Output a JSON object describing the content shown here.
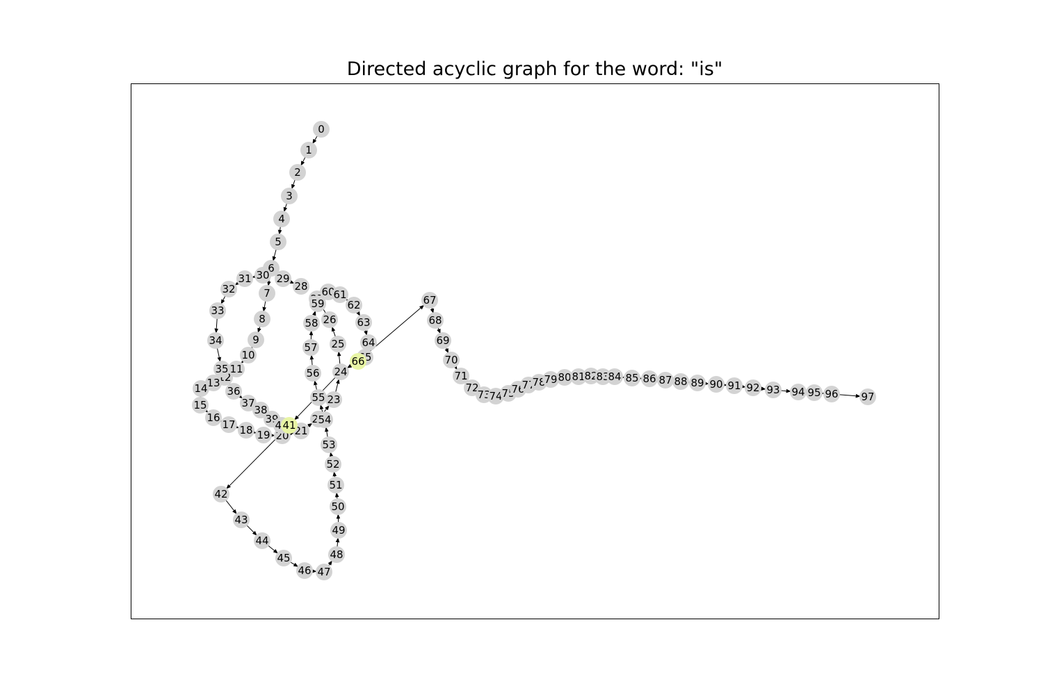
{
  "title": "Directed acyclic graph for the word: \"is\"",
  "colors": {
    "node": "#d3d3d3",
    "highlight": "#e8f5a5",
    "edge": "#000000",
    "frame": "#000000"
  },
  "highlighted_nodes": [
    "41",
    "66"
  ],
  "nodes": [
    "0",
    "1",
    "2",
    "3",
    "4",
    "5",
    "6",
    "7",
    "8",
    "9",
    "10",
    "11",
    "12",
    "13",
    "14",
    "15",
    "16",
    "17",
    "18",
    "19",
    "20",
    "21",
    "22",
    "23",
    "24",
    "25",
    "26",
    "27",
    "28",
    "29",
    "30",
    "31",
    "32",
    "33",
    "34",
    "35",
    "36",
    "37",
    "38",
    "39",
    "40",
    "41",
    "42",
    "43",
    "44",
    "45",
    "46",
    "47",
    "48",
    "49",
    "50",
    "51",
    "52",
    "53",
    "54",
    "55",
    "56",
    "57",
    "58",
    "59",
    "60",
    "61",
    "62",
    "63",
    "64",
    "65",
    "66",
    "67",
    "68",
    "69",
    "70",
    "71",
    "72",
    "73",
    "74",
    "75",
    "76",
    "77",
    "78",
    "79",
    "80",
    "81",
    "82",
    "83",
    "84",
    "85",
    "86",
    "87",
    "88",
    "89",
    "90",
    "91",
    "92",
    "93",
    "94",
    "95",
    "96",
    "97"
  ],
  "edges": [
    [
      "0",
      "1"
    ],
    [
      "1",
      "2"
    ],
    [
      "2",
      "3"
    ],
    [
      "3",
      "4"
    ],
    [
      "4",
      "5"
    ],
    [
      "5",
      "6"
    ],
    [
      "6",
      "7"
    ],
    [
      "7",
      "8"
    ],
    [
      "8",
      "9"
    ],
    [
      "9",
      "10"
    ],
    [
      "10",
      "11"
    ],
    [
      "11",
      "12"
    ],
    [
      "12",
      "13"
    ],
    [
      "13",
      "14"
    ],
    [
      "14",
      "15"
    ],
    [
      "15",
      "16"
    ],
    [
      "16",
      "17"
    ],
    [
      "17",
      "18"
    ],
    [
      "18",
      "19"
    ],
    [
      "19",
      "20"
    ],
    [
      "20",
      "21"
    ],
    [
      "21",
      "22"
    ],
    [
      "22",
      "23"
    ],
    [
      "23",
      "24"
    ],
    [
      "24",
      "25"
    ],
    [
      "25",
      "26"
    ],
    [
      "26",
      "27"
    ],
    [
      "6",
      "30"
    ],
    [
      "29",
      "28"
    ],
    [
      "30",
      "31"
    ],
    [
      "31",
      "32"
    ],
    [
      "32",
      "33"
    ],
    [
      "33",
      "34"
    ],
    [
      "34",
      "35"
    ],
    [
      "35",
      "36"
    ],
    [
      "36",
      "37"
    ],
    [
      "37",
      "38"
    ],
    [
      "38",
      "39"
    ],
    [
      "39",
      "40"
    ],
    [
      "40",
      "41"
    ],
    [
      "24",
      "41"
    ],
    [
      "41",
      "42"
    ],
    [
      "42",
      "43"
    ],
    [
      "43",
      "44"
    ],
    [
      "44",
      "45"
    ],
    [
      "45",
      "46"
    ],
    [
      "46",
      "47"
    ],
    [
      "47",
      "48"
    ],
    [
      "48",
      "49"
    ],
    [
      "49",
      "50"
    ],
    [
      "50",
      "51"
    ],
    [
      "51",
      "52"
    ],
    [
      "52",
      "53"
    ],
    [
      "53",
      "54"
    ],
    [
      "54",
      "55"
    ],
    [
      "55",
      "56"
    ],
    [
      "56",
      "57"
    ],
    [
      "57",
      "58"
    ],
    [
      "58",
      "59"
    ],
    [
      "59",
      "60"
    ],
    [
      "60",
      "61"
    ],
    [
      "61",
      "62"
    ],
    [
      "62",
      "63"
    ],
    [
      "63",
      "64"
    ],
    [
      "64",
      "65"
    ],
    [
      "65",
      "66"
    ],
    [
      "66",
      "24"
    ],
    [
      "66",
      "67"
    ],
    [
      "67",
      "68"
    ],
    [
      "68",
      "69"
    ],
    [
      "69",
      "70"
    ],
    [
      "70",
      "71"
    ],
    [
      "71",
      "72"
    ],
    [
      "72",
      "73"
    ],
    [
      "73",
      "74"
    ],
    [
      "74",
      "75"
    ],
    [
      "75",
      "76"
    ],
    [
      "76",
      "77"
    ],
    [
      "77",
      "78"
    ],
    [
      "78",
      "79"
    ],
    [
      "79",
      "80"
    ],
    [
      "80",
      "81"
    ],
    [
      "81",
      "82"
    ],
    [
      "82",
      "83"
    ],
    [
      "83",
      "84"
    ],
    [
      "84",
      "85"
    ],
    [
      "85",
      "86"
    ],
    [
      "86",
      "87"
    ],
    [
      "87",
      "88"
    ],
    [
      "88",
      "89"
    ],
    [
      "89",
      "90"
    ],
    [
      "90",
      "91"
    ],
    [
      "91",
      "92"
    ],
    [
      "92",
      "93"
    ],
    [
      "93",
      "94"
    ],
    [
      "94",
      "95"
    ],
    [
      "95",
      "96"
    ],
    [
      "96",
      "97"
    ]
  ]
}
